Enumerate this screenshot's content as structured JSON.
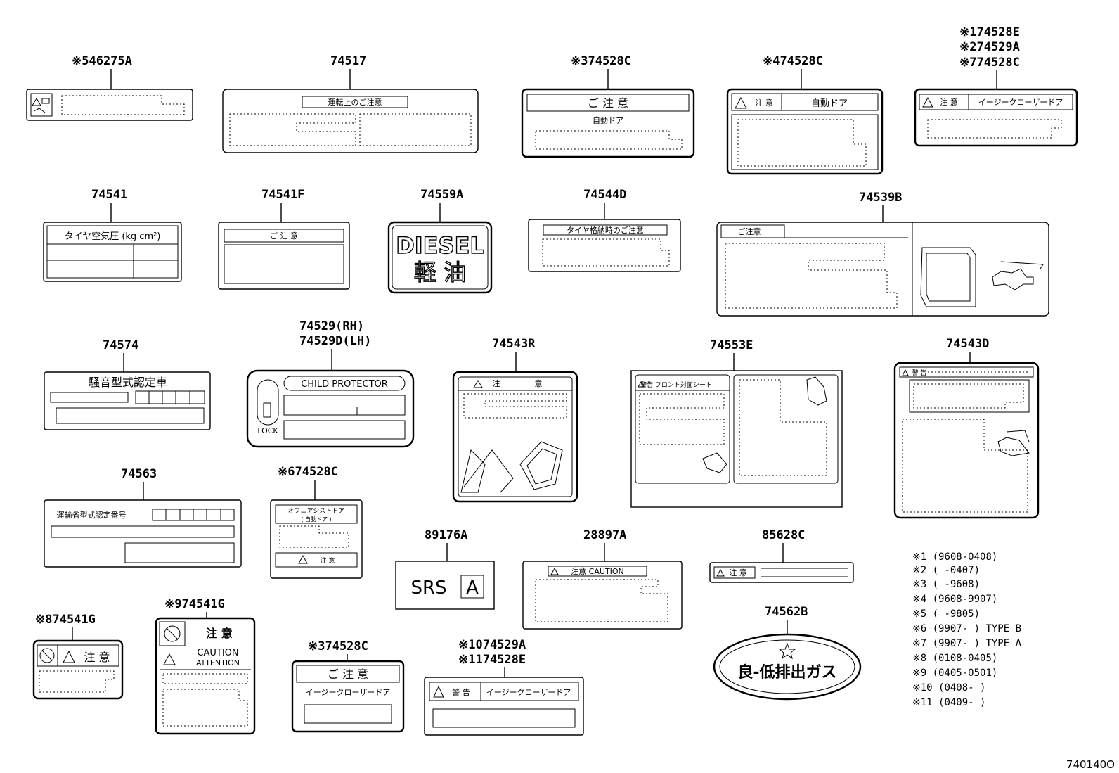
{
  "parts": [
    {
      "key": "p546275A",
      "number": "※546275A"
    },
    {
      "key": "p74517",
      "number": "74517",
      "texts": [
        "運転上のご注意"
      ]
    },
    {
      "key": "p374528C_a",
      "number": "※374528C",
      "texts": [
        "ご 注 意",
        "自動ドア"
      ]
    },
    {
      "key": "p474528C",
      "number": "※474528C",
      "texts": [
        "注 意",
        "自動ドア"
      ]
    },
    {
      "key": "p174528E",
      "number_lines": [
        "※174528E",
        "※274529A",
        "※774528C"
      ],
      "texts": [
        "注 意",
        "イージークローザードア"
      ]
    },
    {
      "key": "p74541",
      "number": "74541",
      "texts": [
        "タイヤ空気圧 (kg cm²)"
      ]
    },
    {
      "key": "p74541F",
      "number": "74541F",
      "texts": [
        "ご 注 意"
      ]
    },
    {
      "key": "p74559A",
      "number": "74559A",
      "texts": [
        "DIESEL",
        "軽 油"
      ]
    },
    {
      "key": "p74544D",
      "number": "74544D",
      "texts": [
        "タイヤ格納時のご注意"
      ]
    },
    {
      "key": "p74539B",
      "number": "74539B",
      "texts": [
        "ご注意"
      ]
    },
    {
      "key": "p74574",
      "number": "74574",
      "texts": [
        "騒音型式認定車"
      ]
    },
    {
      "key": "p74529",
      "number_lines": [
        "74529(RH)",
        "74529D(LH)"
      ],
      "texts": [
        "CHILD PROTECTOR",
        "LOCK"
      ]
    },
    {
      "key": "p74543R",
      "number": "74543R",
      "texts": [
        "注",
        "意"
      ]
    },
    {
      "key": "p74553E",
      "number": "74553E",
      "texts": [
        "警告 フロント対面シート"
      ]
    },
    {
      "key": "p74543D",
      "number": "74543D",
      "texts": [
        "警 告"
      ]
    },
    {
      "key": "p74563",
      "number": "74563",
      "texts": [
        "運輸省型式認定番号"
      ]
    },
    {
      "key": "p674528C",
      "number": "※674528C",
      "texts": [
        "オフニアシストドア",
        "( 自動ドア )",
        "注 意"
      ]
    },
    {
      "key": "p89176A",
      "number": "89176A",
      "texts": [
        "SRS",
        "A"
      ]
    },
    {
      "key": "p28897A",
      "number": "28897A",
      "texts": [
        "注意 CAUTION"
      ]
    },
    {
      "key": "p85628C",
      "number": "85628C",
      "texts": [
        "注 意"
      ]
    },
    {
      "key": "p74562B",
      "number": "74562B",
      "texts": [
        "良-低排出ガス"
      ]
    },
    {
      "key": "p874541G",
      "number": "※874541G",
      "texts": [
        "注 意"
      ]
    },
    {
      "key": "p974541G",
      "number": "※974541G",
      "texts": [
        "注 意",
        "CAUTION",
        "ATTENTION"
      ]
    },
    {
      "key": "p374528C_b",
      "number": "※374528C",
      "texts": [
        "ご 注 意",
        "イージークローザードア"
      ]
    },
    {
      "key": "p1074529A",
      "number_lines": [
        "※1074529A",
        "※1174528E"
      ],
      "texts": [
        "警 告",
        "イージークローザードア"
      ]
    }
  ],
  "notes": [
    "※1  (9608-0408)",
    "※2  (     -0407)",
    "※3  (     -9608)",
    "※4  (9608-9907)",
    "※5  (     -9805)",
    "※6  (9907-     ) TYPE B",
    "※7  (9907-     ) TYPE A",
    "※8  (0108-0405)",
    "※9  (0405-0501)",
    "※10 (0408-     )",
    "※11 (0409-     )"
  ],
  "figure_id": "740140O"
}
